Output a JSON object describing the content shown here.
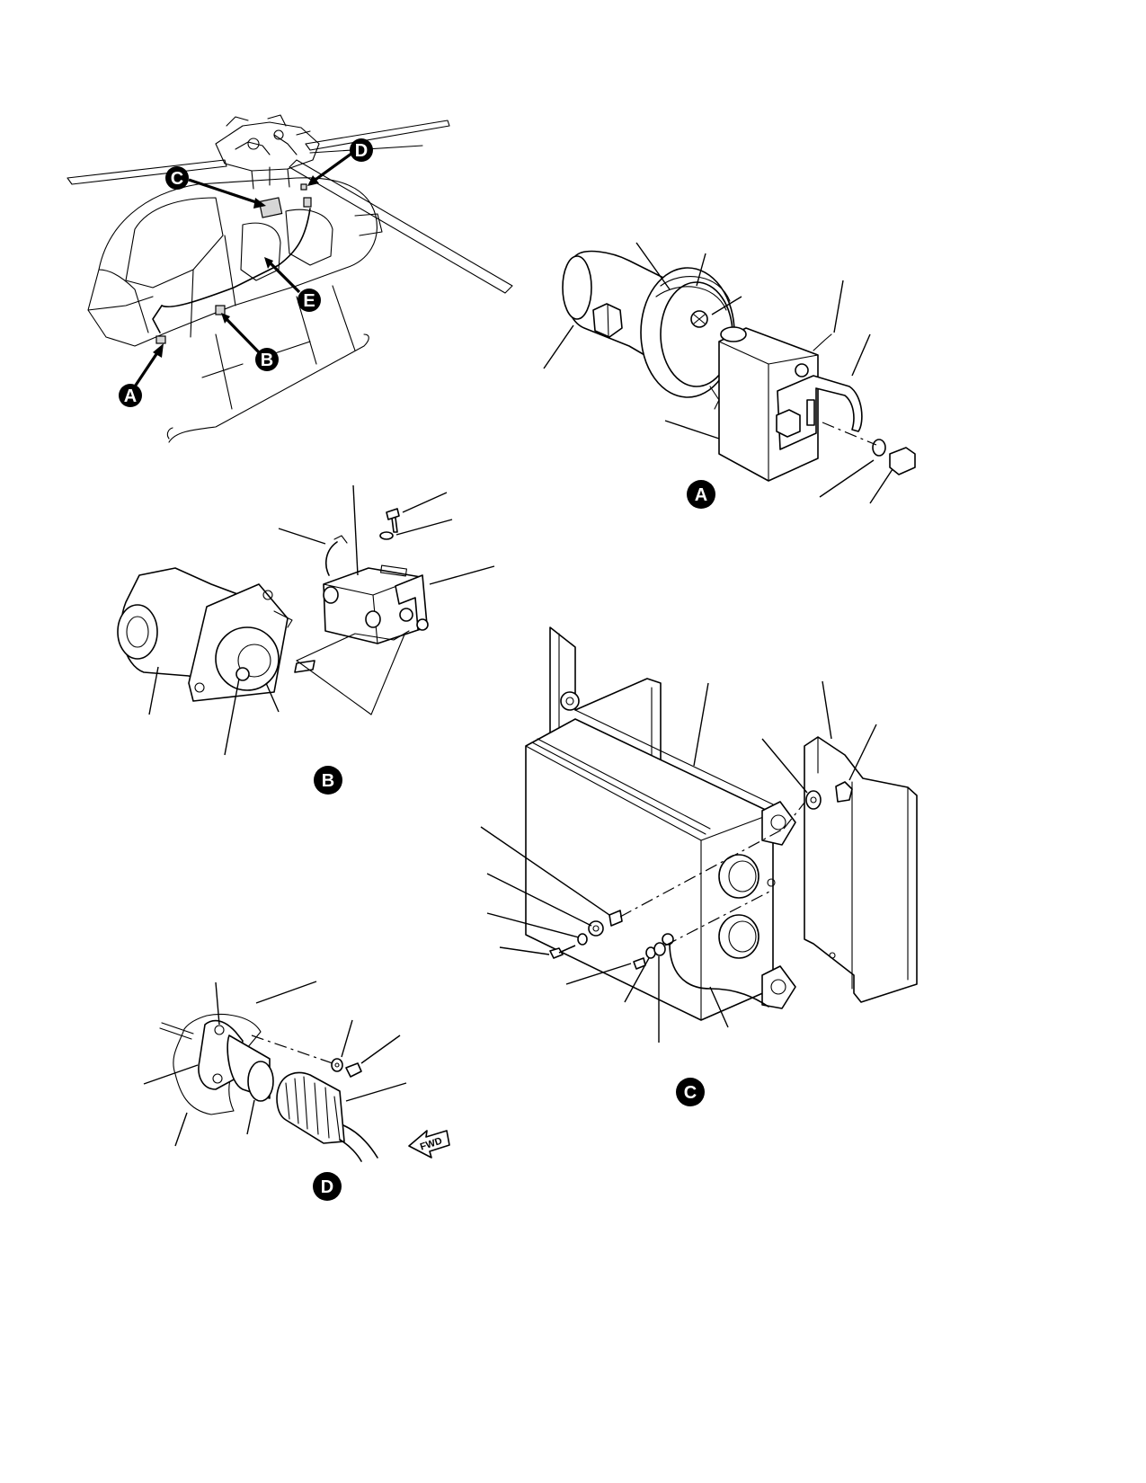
{
  "callouts": {
    "A": "A",
    "B": "B",
    "C": "C",
    "D": "D",
    "E": "E"
  },
  "views": {
    "A": "A",
    "B": "B",
    "C": "C",
    "D": "D"
  },
  "direction_arrow": "FWD",
  "colors": {
    "line": "#000000",
    "background": "#ffffff",
    "shade": "#d6d6d6"
  }
}
